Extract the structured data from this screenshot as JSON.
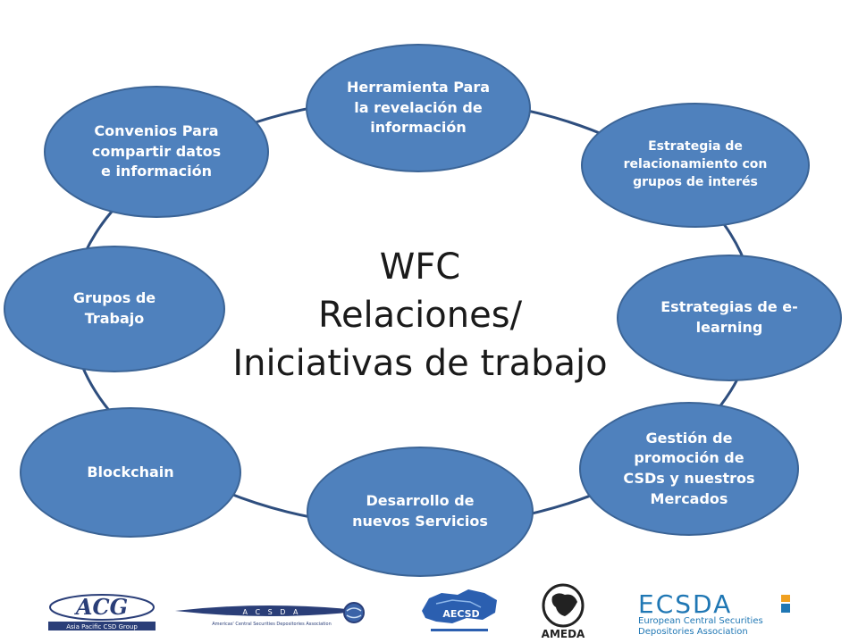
{
  "center": {
    "line1": "WFC",
    "line2": "Relaciones/",
    "line3": "Iniciativas de trabajo"
  },
  "nodes": {
    "herramienta": "Herramienta Para la revelación de información",
    "estrategia_relacionamiento": "Estrategia de relacionamiento con grupos de interés",
    "estrategias_elearning": "Estrategias de e-learning",
    "gestion_promocion": "Gestión de promoción de CSDs y nuestros Mercados",
    "desarrollo_servicios": "Desarrollo de nuevos Servicios",
    "blockchain": "Blockchain",
    "grupos_trabajo": "Grupos de Trabajo",
    "convenios": "Convenios Para compartir datos e información"
  },
  "logos": {
    "acg": "ACG",
    "acg_caption": "Asia Pacific CSD Group",
    "acsda": "A C S D A",
    "acsda_caption": "Americas' Central Securities Depositories Association",
    "aecsd": "AECSD",
    "ameda": "AMEDA",
    "ecsda": "ECSDA",
    "ecsda_caption_1": "European Central Securities",
    "ecsda_caption_2": "Depositories Association"
  },
  "colors": {
    "node_fill": "#4f81bd",
    "node_border": "#3b6496",
    "ring": "#2e4e7e",
    "ecsda_orange": "#f0a020",
    "ecsda_blue": "#1f77b4"
  }
}
